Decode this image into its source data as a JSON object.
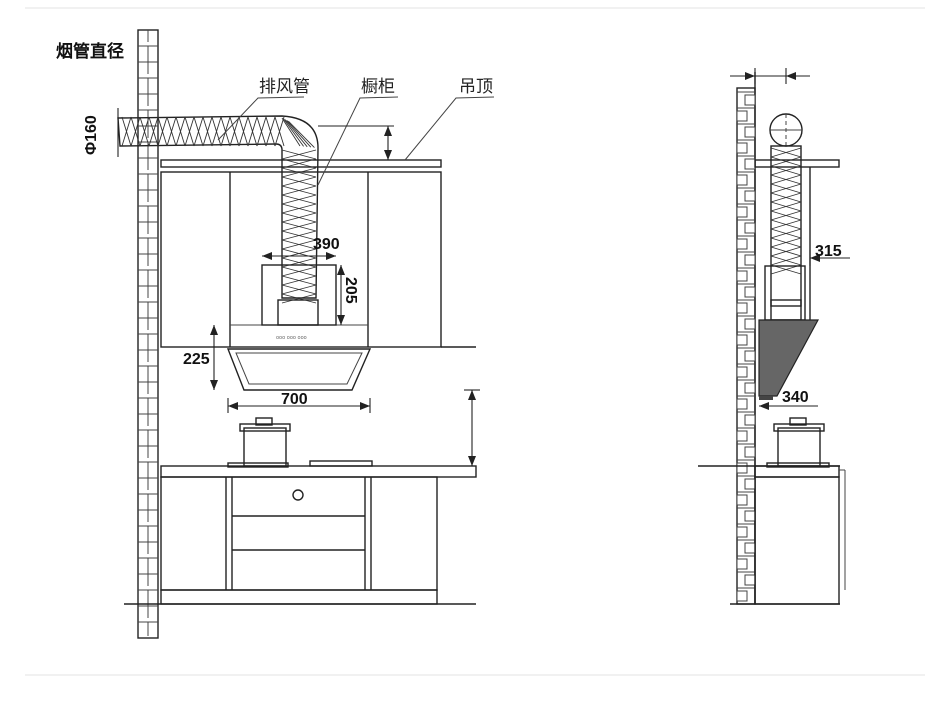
{
  "labels": {
    "flue_diameter": "烟管直径",
    "exhaust_pipe": "排风管",
    "cabinet": "橱柜",
    "ceiling": "吊顶",
    "pipe_size": "Φ160"
  },
  "dimensions": {
    "d390": "390",
    "d205": "205",
    "d225": "225",
    "d700": "700",
    "d315": "315",
    "d340": "340"
  },
  "colors": {
    "line": "#222222",
    "hood_fill": "#666666",
    "rule": "#e3e3e3"
  }
}
